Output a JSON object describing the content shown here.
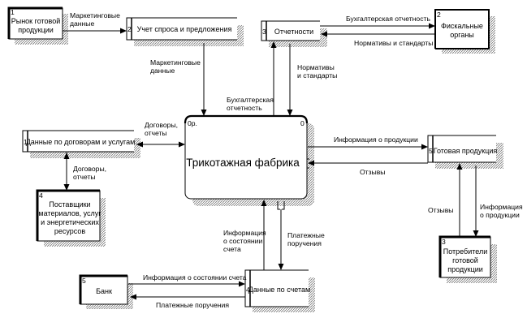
{
  "diagram": {
    "type": "DFD",
    "process": {
      "id": "0",
      "ref": "0р.",
      "label": "Трикотажная фабрика"
    },
    "externals": [
      {
        "num": "1",
        "lines": [
          "Рынок готовой",
          "продукции"
        ]
      },
      {
        "num": "2",
        "lines": [
          "Фискальные",
          "органы"
        ]
      },
      {
        "num": "3",
        "lines": [
          "Потребители",
          "готовой",
          "продукции"
        ]
      },
      {
        "num": "4",
        "lines": [
          "Поставщики",
          "материалов, услуг",
          "и энергетических",
          "ресурсов"
        ]
      },
      {
        "num": "5",
        "lines": [
          "Банк"
        ]
      }
    ],
    "stores": [
      {
        "num": "1",
        "label": "Данные по договорам и услугам"
      },
      {
        "num": "2",
        "label": "Учет спроса и предложения"
      },
      {
        "num": "3",
        "label": "Отчетности"
      },
      {
        "num": "4",
        "label": "Данные по счетам"
      },
      {
        "num": "5",
        "label": "Готовая продукция"
      }
    ],
    "flows": {
      "market_to_demand": [
        "Маркетинговые",
        "данные"
      ],
      "demand_to_process": [
        "Маркетинговые",
        "данные"
      ],
      "process_to_reports": [
        "Бухгалтерская",
        "отчетность"
      ],
      "reports_to_process": [
        "Нормативы",
        "и стандарты"
      ],
      "reports_to_fiscal": [
        "Бухгалтерская отчетность"
      ],
      "fiscal_to_reports": [
        "Нормативы и стандарты"
      ],
      "contracts_process": [
        "Договоры,",
        "отчеты"
      ],
      "contracts_suppliers": [
        "Договоры,",
        "отчеты"
      ],
      "process_to_products": [
        "Информация о продукции"
      ],
      "products_to_process": [
        "Отзывы"
      ],
      "consumers_to_products": [
        "Отзывы"
      ],
      "products_to_consumers": [
        "Информация",
        "о продукции"
      ],
      "accounts_to_process": [
        "Информация",
        "о состоянии",
        "счета"
      ],
      "process_to_accounts": [
        "Платежные",
        "поручения"
      ],
      "bank_to_accounts": [
        "Информация о состоянии счета"
      ],
      "accounts_to_bank": [
        "Платежные поручения"
      ]
    }
  }
}
